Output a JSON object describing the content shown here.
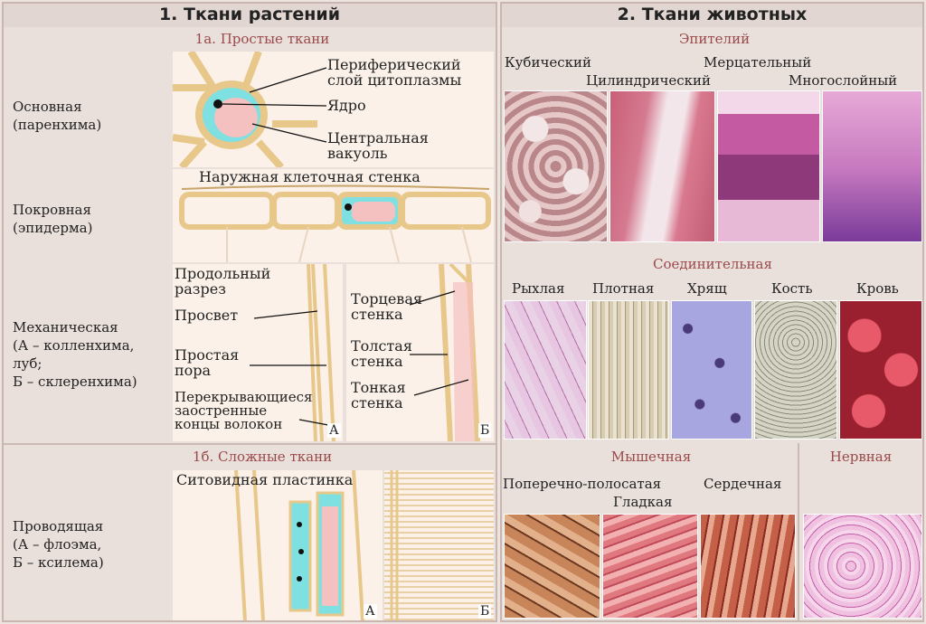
{
  "left": {
    "title": "1. Ткани растений",
    "simple_header": "1а. Простые ткани",
    "complex_header": "1б. Сложные ткани",
    "rows": {
      "parenchyma": "Основная\n(паренхима)",
      "epidermis": "Покровная\n(эпидерма)",
      "mechanical": "Механическая\n(А – колленхима,\nлуб;\nБ – склеренхима)",
      "conductive": "Проводящая\n(А – флоэма,\nБ – ксилема)"
    },
    "parenchyma_labels": {
      "peripheral": "Периферический\nслой цитоплазмы",
      "nucleus": "Ядро",
      "vacuole": "Центральная\nвакуоль"
    },
    "epidermis_label": "Наружная клеточная стенка",
    "mechanical_a": {
      "longitudinal": "Продольный\nразрез",
      "lumen": "Просвет",
      "pore": "Простая\nпора",
      "overlap": "Перекрывающиеся\nзаостренные\nконцы волокон",
      "letter": "А"
    },
    "mechanical_b": {
      "end_wall": "Торцевая\nстенка",
      "thick_wall": "Толстая\nстенка",
      "thin_wall": "Тонкая\nстенка",
      "letter": "Б"
    },
    "conductive": {
      "sieve_plate": "Ситовидная пластинка",
      "letter_a": "А",
      "letter_b": "Б"
    }
  },
  "right": {
    "title": "2. Ткани животных",
    "epithelium": {
      "header": "Эпителий",
      "items": [
        "Кубический",
        "Цилиндрический",
        "Мерцательный",
        "Многослойный"
      ]
    },
    "connective": {
      "header": "Соединительная",
      "items": [
        "Рыхлая",
        "Плотная",
        "Хрящ",
        "Кость",
        "Кровь"
      ]
    },
    "muscle": {
      "header": "Мышечная",
      "items": [
        "Поперечно-полосатая",
        "Гладкая",
        "Сердечная"
      ]
    },
    "nerve": {
      "header": "Нервная"
    }
  },
  "colors": {
    "title_text": "#222222",
    "section_header": "#9a4a4a",
    "cell_wall": "#e8c78a",
    "cytoplasm": "#7ee0e0",
    "vacuole": "#f5c0c0"
  }
}
